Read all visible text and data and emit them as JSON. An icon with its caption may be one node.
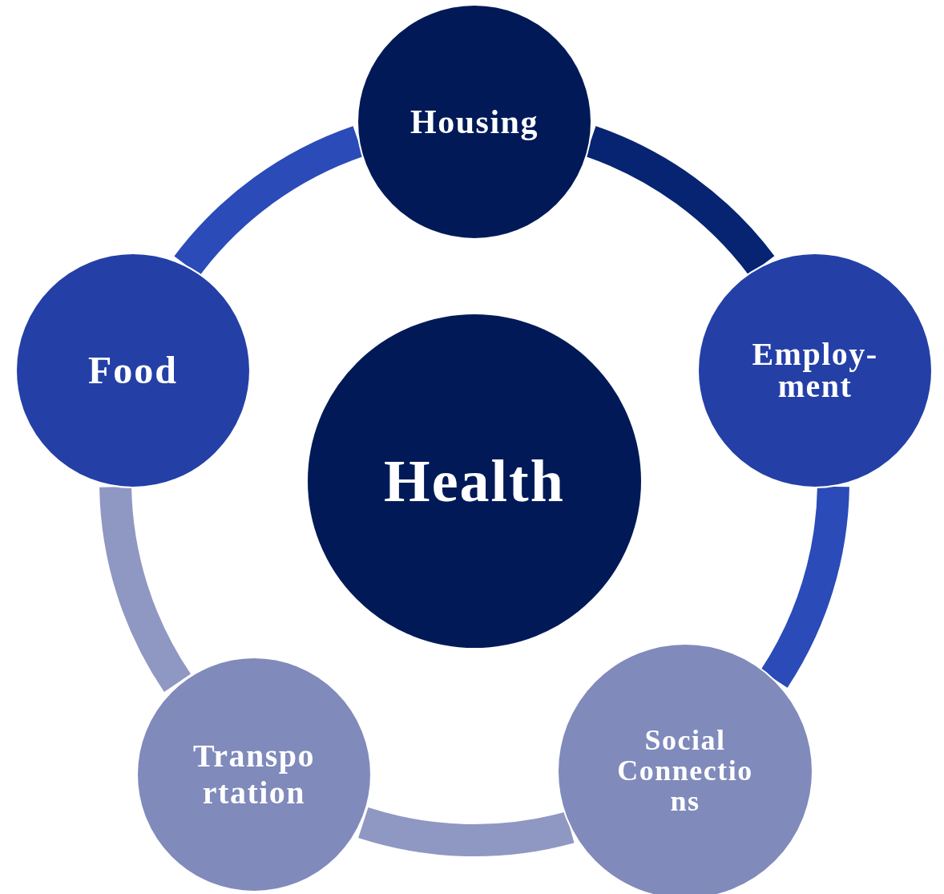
{
  "diagram": {
    "nodes": [
      {
        "text": [
          "Housing"
        ]
      },
      {
        "text": [
          "Food"
        ]
      },
      {
        "text": [
          "Employ- ment"
        ]
      },
      {
        "text": [
          "Health"
        ]
      },
      {
        "text": [
          "Transpo rtation"
        ]
      },
      {
        "text": [
          "Social Connectio ns"
        ]
      }
    ],
    "edges": [
      {
        "from": 0,
        "to": 2,
        "arrow": "none",
        "color": "#062472"
      },
      {
        "from": 2,
        "to": 5,
        "arrow": "none",
        "color": "#2a4bb8"
      },
      {
        "from": 5,
        "to": 4,
        "arrow": "none",
        "color": "#8f97c3"
      },
      {
        "from": 4,
        "to": 1,
        "arrow": "none",
        "color": "#8f97c3"
      },
      {
        "from": 1,
        "to": 0,
        "arrow": "none",
        "color": "#2a4bb8"
      }
    ]
  }
}
